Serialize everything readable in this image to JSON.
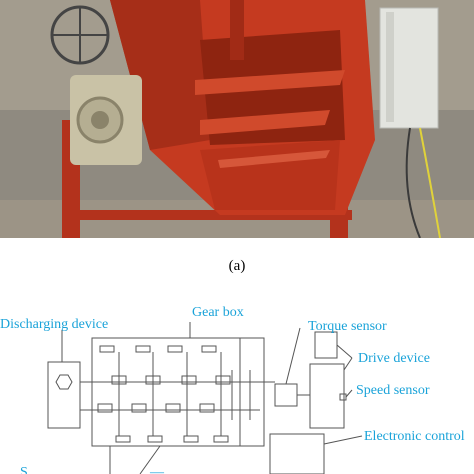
{
  "figure": {
    "caption": "(a)",
    "labels": {
      "discharging_device": "Discharging device",
      "gear_box": "Gear box",
      "torque_sensor": "Torque sensor",
      "drive_device": "Drive device",
      "speed_sensor": "Speed sensor",
      "electronic_control": "Electronic control",
      "bottom_left_partial": "S",
      "bottom_mid_partial": "—"
    }
  },
  "colors": {
    "label_blue": "#1aa3d9",
    "machine_red": "#c0341d",
    "line_gray": "#555555"
  }
}
